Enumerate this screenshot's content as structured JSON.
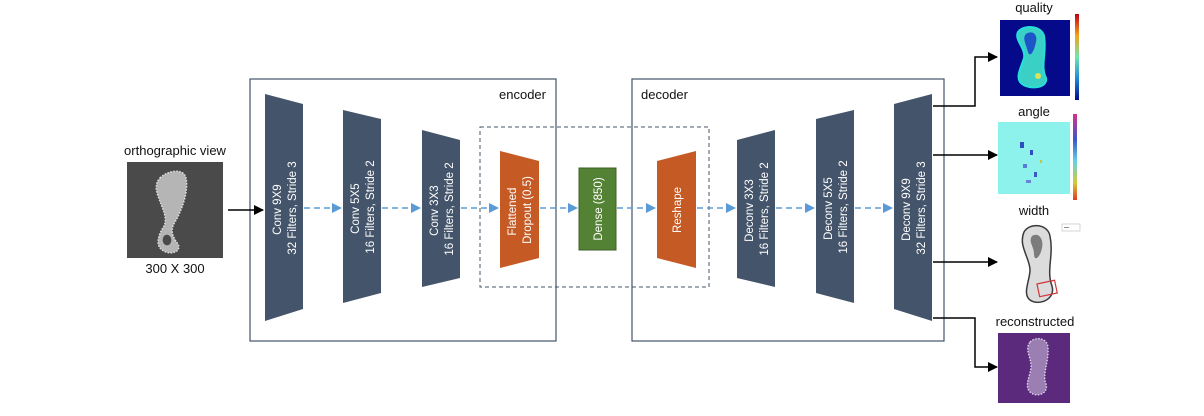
{
  "input": {
    "title": "orthographic view",
    "size": "300 X 300"
  },
  "encoder": {
    "label": "encoder",
    "layers": [
      {
        "line1": "Conv 9X9",
        "line2": "32 Filters, Stride 3"
      },
      {
        "line1": "Conv 5X5",
        "line2": "16 Filters, Stride 2"
      },
      {
        "line1": "Conv 3X3",
        "line2": "16 Filters, Stride 2"
      },
      {
        "line1": "Flattened",
        "line2": "Dropout (0.5)"
      }
    ]
  },
  "bottleneck": {
    "dense": "Dense (850)",
    "reshape": "Reshape"
  },
  "decoder": {
    "label": "decoder",
    "layers": [
      {
        "line1": "Deconv 3X3",
        "line2": "16 Filters, Stride 2"
      },
      {
        "line1": "Deconv 5X5",
        "line2": "16 Filters, Stride 2"
      },
      {
        "line1": "Deconv 9X9",
        "line2": "32 Filters, Stride 3"
      }
    ]
  },
  "outputs": [
    {
      "name": "quality"
    },
    {
      "name": "angle"
    },
    {
      "name": "width"
    },
    {
      "name": "reconstructed"
    }
  ],
  "colors": {
    "layer": "#44546a",
    "orange": "#c55a24",
    "green": "#548235",
    "frame": "#44546a",
    "arrow_dashed": "#5b9bd5",
    "arrow_solid": "#000000"
  }
}
